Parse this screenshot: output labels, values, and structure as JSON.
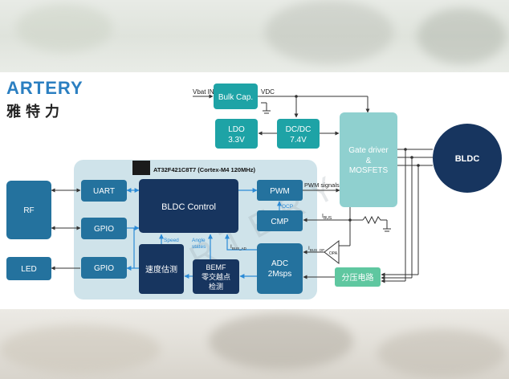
{
  "logo": {
    "brand": "ARTERY",
    "brand_cn": "雅特力"
  },
  "watermark": "ARTERY",
  "chip_label": "AT32F421C8T7 (Cortex-M4 120MHz)",
  "blocks": {
    "bulk_cap": "Bulk Cap.",
    "ldo": [
      "LDO",
      "3.3V"
    ],
    "dcdc": [
      "DC/DC",
      "7.4V"
    ],
    "gate_driver": [
      "Gate driver",
      "&",
      "MOSFETS"
    ],
    "bldc": "BLDC",
    "rf": "RF",
    "led": "LED",
    "uart": "UART",
    "gpio1": "GPIO",
    "gpio2": "GPIO",
    "bldc_control": "BLDC Control",
    "pwm": "PWM",
    "cmp": "CMP",
    "adc": [
      "ADC",
      "2Msps"
    ],
    "speed_est": "速度估测",
    "bemf": [
      "BEMF",
      "零交越点",
      "检测"
    ],
    "divider": "分压电路"
  },
  "labels": {
    "vbat_in": "Vbat IN",
    "vdc": "VDC",
    "pwm_signals": "PWM signals",
    "ocp": "OCP",
    "ibus": "I",
    "ibus_sub": "BUS",
    "speed": "Speed",
    "angle": "Angle",
    "states": "states",
    "ibus_ad": "I",
    "ibus_ad_sub": "BUS_AD",
    "ibus_op": "I",
    "ibus_op_sub": "BUS_OP",
    "opa": "OPA"
  },
  "colors": {
    "teal": "#1ea3a6",
    "dark_blue": "#17355f",
    "mid_blue": "#24729e",
    "light_bg": "#cfe3ea",
    "light_teal": "#8fd0cf",
    "green": "#5fc7a0",
    "arrow_blue": "#2a8ad6"
  }
}
